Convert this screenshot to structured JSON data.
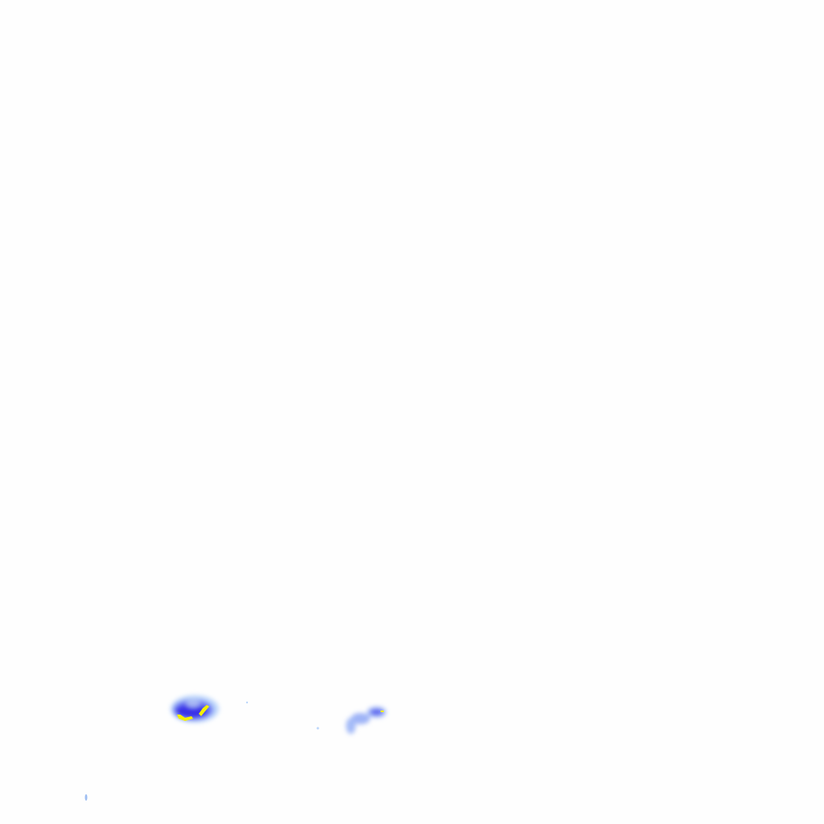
{
  "map": {
    "type": "precipitation-radar-overlay",
    "colors": {
      "light": "#bcd6fb",
      "medium": "#7a8cf5",
      "heavy": "#2a22e6",
      "extreme": "#f5f000"
    },
    "cells": [
      {
        "intensity": "heavy",
        "peak": "extreme"
      },
      {
        "intensity": "medium",
        "peak": "heavy"
      },
      {
        "intensity": "light"
      }
    ]
  }
}
